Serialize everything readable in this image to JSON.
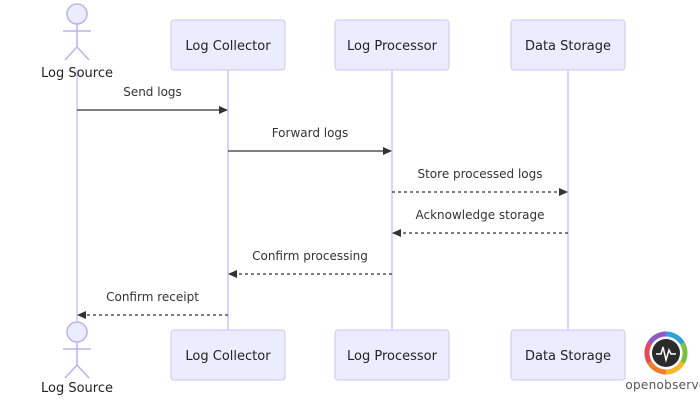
{
  "participants": [
    {
      "id": "source",
      "label": "Log Source",
      "kind": "actor"
    },
    {
      "id": "collector",
      "label": "Log Collector",
      "kind": "box"
    },
    {
      "id": "processor",
      "label": "Log Processor",
      "kind": "box"
    },
    {
      "id": "storage",
      "label": "Data Storage",
      "kind": "box"
    }
  ],
  "messages": [
    {
      "from": "source",
      "to": "collector",
      "label": "Send logs",
      "style": "solid"
    },
    {
      "from": "collector",
      "to": "processor",
      "label": "Forward logs",
      "style": "solid"
    },
    {
      "from": "processor",
      "to": "storage",
      "label": "Store processed logs",
      "style": "dotted"
    },
    {
      "from": "storage",
      "to": "processor",
      "label": "Acknowledge storage",
      "style": "dotted"
    },
    {
      "from": "processor",
      "to": "collector",
      "label": "Confirm processing",
      "style": "dotted"
    },
    {
      "from": "collector",
      "to": "source",
      "label": "Confirm receipt",
      "style": "dotted"
    }
  ],
  "logo": {
    "text": "openobserve"
  },
  "colors": {
    "box_fill": "#ECECFF",
    "box_stroke": "#C9C9F0",
    "line": "#333333"
  }
}
